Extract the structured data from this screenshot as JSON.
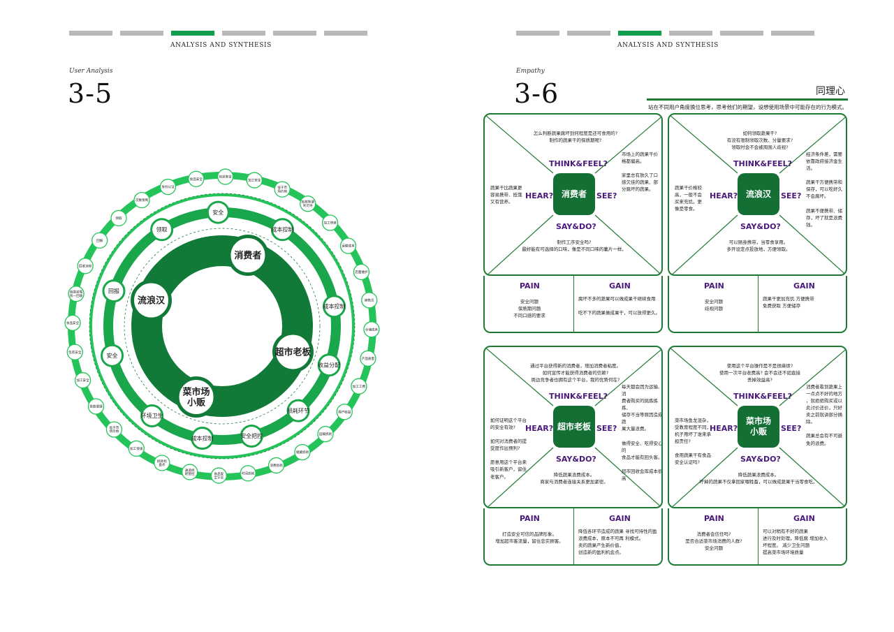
{
  "left": {
    "section": "ANALYSIS AND SYNTHESIS",
    "subtitle": "User Analysis",
    "page_number": "3-5",
    "diagram": {
      "core": [
        "消费者",
        "超市老板",
        "菜市场小贩",
        "流浪汉"
      ],
      "ring2": [
        "安全",
        "成本控制",
        "成本控制",
        "收益分配",
        "损耗环节",
        "安全把控",
        "成本控制",
        "环境卫生",
        "安全",
        "回报",
        "领取"
      ],
      "ring3": [
        "食品安全",
        "包装安全",
        "加工安全",
        "低于市场价格",
        "投放地便利可寻",
        "加工快速",
        "运输成本",
        "店面维护",
        "销售员",
        "仓储成本",
        "产品质量",
        "加工工费",
        "用户收益",
        "运输损耗",
        "储藏损耗",
        "消费损耗",
        "时间损耗",
        "食品安全认证",
        "通道损耗管控",
        "损耗标盘点",
        "加工快速",
        "低于市场价格",
        "投放便捷",
        "加工安全",
        "包装安全",
        "食品安全",
        "自助装瓶统一回收",
        "回收流程",
        "回报",
        "领取",
        "次数限制",
        "身份认证"
      ]
    }
  },
  "right": {
    "section": "ANALYSIS AND SYNTHESIS",
    "subtitle": "Empathy",
    "page_number": "3-6",
    "page_label": "同理心",
    "intro": "站在不同用户角度换位思考，思考他们的期望，设想使用场景中可能存在的行为模式。",
    "labels": {
      "think": "THINK&FEEL?",
      "hear": "HEAR?",
      "see": "SEE?",
      "say": "SAY&DO?",
      "pain": "PAIN",
      "gain": "GAIN"
    },
    "cards": [
      {
        "persona": "消费者",
        "think": "怎么判断蔬果腐坏到何程度是还可食用的?\n制作的蔬果干的保质期呢?",
        "hear": "蔬果干比蔬果更\n容易携带、抵饿\n又有营养。",
        "see": "市场上的蔬果干价\n格都偏高。\n\n家里总有放久了口\n感欠佳的蔬果、部\n分腐坏的蔬果。",
        "say": "制作工序安全吗?\n最好能有可选择的口味，像是不同口味的薯片一样。",
        "pain": "安全问题\n保质期问题\n不同口感的要求",
        "gain": "腐坏不多的蔬果可以做成果干继续食用\n\n吃不下的蔬果做成果干，可以放得更久。"
      },
      {
        "persona": "流浪汉",
        "think": "如何领取蔬果干?\n有没有限制领取次数、分量要求?\n领取时会不会被周围人歧视?",
        "hear": "蔬果干价格较\n高，一般不会\n买来充饥，更\n像是零食。",
        "see": "经济条件差，需要\n依靠政府接济金生\n活。\n\n蔬果干方便携带和\n保存，可以吃好久\n不会腐坏。\n\n蔬果不便携带、储\n存，坏了就是浪费\n钱。",
        "say": "可以随身携带，当零食享用。\n多开设定点投放地，方便领取。",
        "pain": "安全问题\n歧视问题",
        "gain": "蔬果干更加充饥     方便携带\n免费获取            方便储存"
      },
      {
        "persona": "超市老板",
        "think": "通过平台获得新的消费者，增加消费者粘度。\n如何宣传才能获得消费者的信赖?\n周边竞争者也拥有这个平台，我的优势何在?",
        "hear": "如何证明这个平台\n的安全有效?\n\n如何对消费者的提\n受度作出预判?\n\n愿意用这个平台来\n吸引新客户，留住\n老客户。",
        "see": "每天都会因为运输、消\n费者购买的挑拣拣拣、\n储存不当等原因造成蔬\n果大量浪费。\n\n做得安全、吃得安心的\n食品才能有回头客。\n\n超市回收会库成本很高",
        "say": "降低蔬果浪费成本。\n商家与消费者连接关系更加紧密。",
        "pain": "打造安全可信的品牌形象。\n增加超市客流量，留住忠实顾客。",
        "gain": "降低各环节造成的蔬果    寻找可持性的盈\n浪费成本，原本不可再    利模式。\n卖的蔬果产生新价值，\n创造新的盈利机会点。"
      },
      {
        "persona": "菜市场小贩",
        "think": "使用这个平台操作是不是很麻烦?\n使用一次平台收费高? 会不会还不如直接\n丢掉效益高?",
        "hear": "菜市场鱼龙混杂，\n受教育程度不同，\n机子用坏了谁来承\n担责任?\n\n食用蔬果干有食品\n安全认证吗?",
        "see": "消费者看到蔬果上\n一点点不好的地方\n，就拒绝购买或以\n此讨价还价，只好\n卖之前就讲部分摘\n除。\n\n蔬果总会有不可避\n免的浪费。",
        "say": "降低蔬果浪费成本。\n坏掉的蔬果不仅拿回家喂牲畜，可以做成蔬果干当零食吃。",
        "pain": "消费者会信任吗?\n是否合适菜市场消费的人群?\n安全问题",
        "gain": "可以对稍有不好的蔬果\n进行及时处理，降低腐    增加收入\n坏程度。                    减少卫生问题\n                       提高菜市场环境质量"
      }
    ]
  }
}
